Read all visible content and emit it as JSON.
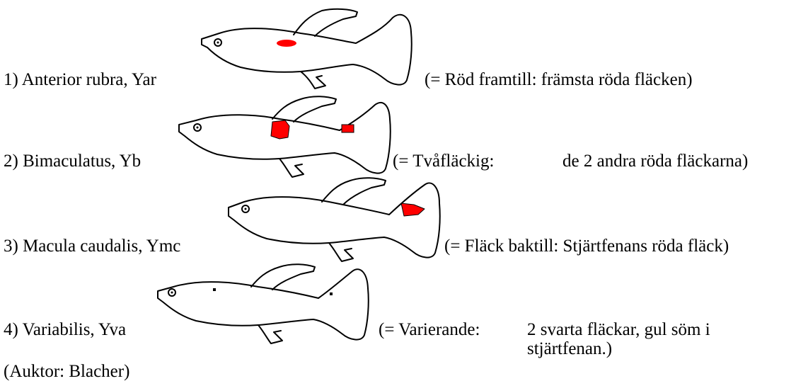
{
  "rows": [
    {
      "label": "1) Anterior rubra, Yar",
      "description": "(= Röd framtill: främsta röda fläcken)"
    },
    {
      "label": "2) Bimaculatus, Yb",
      "description_prefix": "(= Tvåfläckig:",
      "description_detail": "de 2 andra röda fläckarna)"
    },
    {
      "label": "3) Macula caudalis, Ymc",
      "description": "(= Fläck baktill: Stjärtfenans röda fläck)"
    },
    {
      "label": "4) Variabilis, Yva",
      "description_prefix": "(= Varierande:",
      "description_detail_line1": "2 svarta fläckar, gul söm i",
      "description_detail_line2": "stjärtfenan.)"
    }
  ],
  "footer": "(Auktor: Blacher)",
  "colors": {
    "outline": "#000000",
    "red_spot": "#ff0000",
    "black_spot": "#000000"
  }
}
